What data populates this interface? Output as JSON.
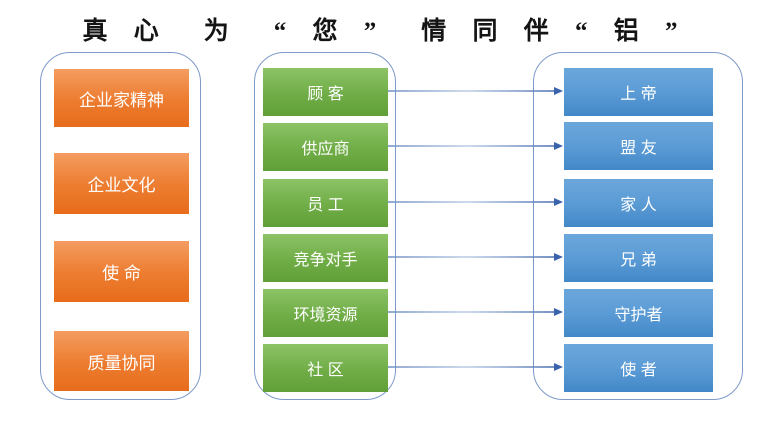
{
  "title": {
    "text": "真 心　为　“ 您 ”　情 同 伴 “ 铝 ”"
  },
  "colors": {
    "orange_accent": "#ED7D31",
    "green_accent": "#70AD47",
    "blue_accent": "#5B9BD5",
    "frame_border": "#7D9AC9",
    "arrow": "#3E66AC",
    "title_text": "#141414",
    "box_text": "#FFFFFF"
  },
  "left_panel": {
    "items": [
      {
        "label": "企业家精神"
      },
      {
        "label": "企业文化"
      },
      {
        "label": "使  命"
      },
      {
        "label": "质量协同"
      }
    ]
  },
  "middle_panel": {
    "items": [
      {
        "label": "顾  客"
      },
      {
        "label": "供应商"
      },
      {
        "label": "员  工"
      },
      {
        "label": "竞争对手"
      },
      {
        "label": "环境资源"
      },
      {
        "label": "社  区"
      }
    ]
  },
  "right_panel": {
    "items": [
      {
        "label": "上  帝"
      },
      {
        "label": "盟  友"
      },
      {
        "label": "家  人"
      },
      {
        "label": "兄  弟"
      },
      {
        "label": "守护者"
      },
      {
        "label": "使  者"
      }
    ]
  },
  "connections": [
    {
      "from": "顾  客",
      "to": "上  帝"
    },
    {
      "from": "供应商",
      "to": "盟  友"
    },
    {
      "from": "员  工",
      "to": "家  人"
    },
    {
      "from": "竞争对手",
      "to": "兄  弟"
    },
    {
      "from": "环境资源",
      "to": "守护者"
    },
    {
      "from": "社  区",
      "to": "使  者"
    }
  ]
}
